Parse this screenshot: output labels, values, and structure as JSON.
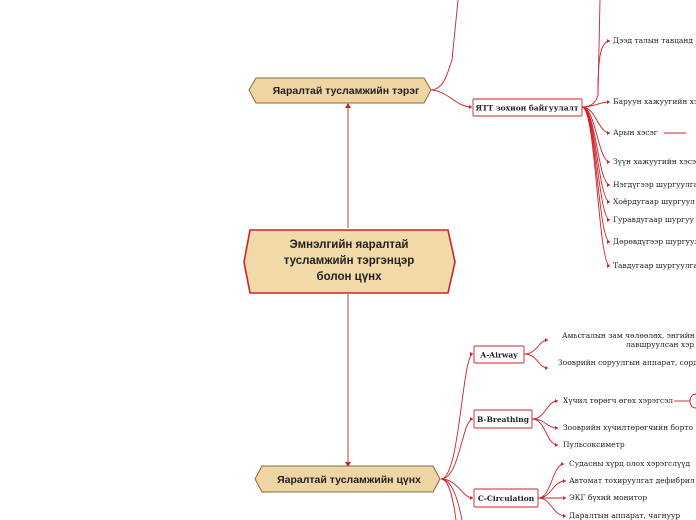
{
  "colors": {
    "line": "#cc2229",
    "hex_fill": "#efd5a4",
    "hex_border": "#8a6a3a",
    "center_fill": "#f1d9a8",
    "center_border": "#cc2229",
    "box_border": "#cc2229"
  },
  "center": {
    "lines": [
      "Эмнэлгийн яаралтай",
      "тусламжийн тэргэнцэр",
      "болон цүнх"
    ]
  },
  "cart": {
    "label": "Яаралтай тусламжийн тэрэг"
  },
  "bag": {
    "label": "Яаралтай тусламжийн цүнх"
  },
  "ytt": {
    "label": "ЯТТ зохион байгуулалт"
  },
  "airway": {
    "label": "A-Airway"
  },
  "breathing": {
    "label": "B-Breathing"
  },
  "circulation": {
    "label": "C-Circulation"
  },
  "ytt_items": [
    "Дээд талын тавцанд",
    "Баруун хажуугийн хэ",
    "Арын хэсэг",
    "Зүүн хажуугийн хэсэ",
    "Нэгдүгээр шургуулга",
    "Хоёрдугаар шургуул",
    "Гуравдугаар шургуу",
    "Дөрөвдүгээр шургуул",
    "Тавдугаар шургуулга"
  ],
  "airway_items": [
    "Амьсгалын зам чөлөөлөх, энгийн",
    "лавшруулсан хэр",
    "Зооврийн соруулгын аппарат, сорд"
  ],
  "breathing_items": [
    "Хүчил төрөгч өгөх хэрэгсэл",
    "Зооврийн хүчилтөрөгчийн борто",
    "Пульсоксиметр"
  ],
  "circulation_items": [
    "Судасны хүрц олох хэрэгслүүд",
    "Автомат тохируулгат дефибрил",
    "ЭКГ бүхий монитор",
    "Даралтын аппарат, чагнуур"
  ]
}
